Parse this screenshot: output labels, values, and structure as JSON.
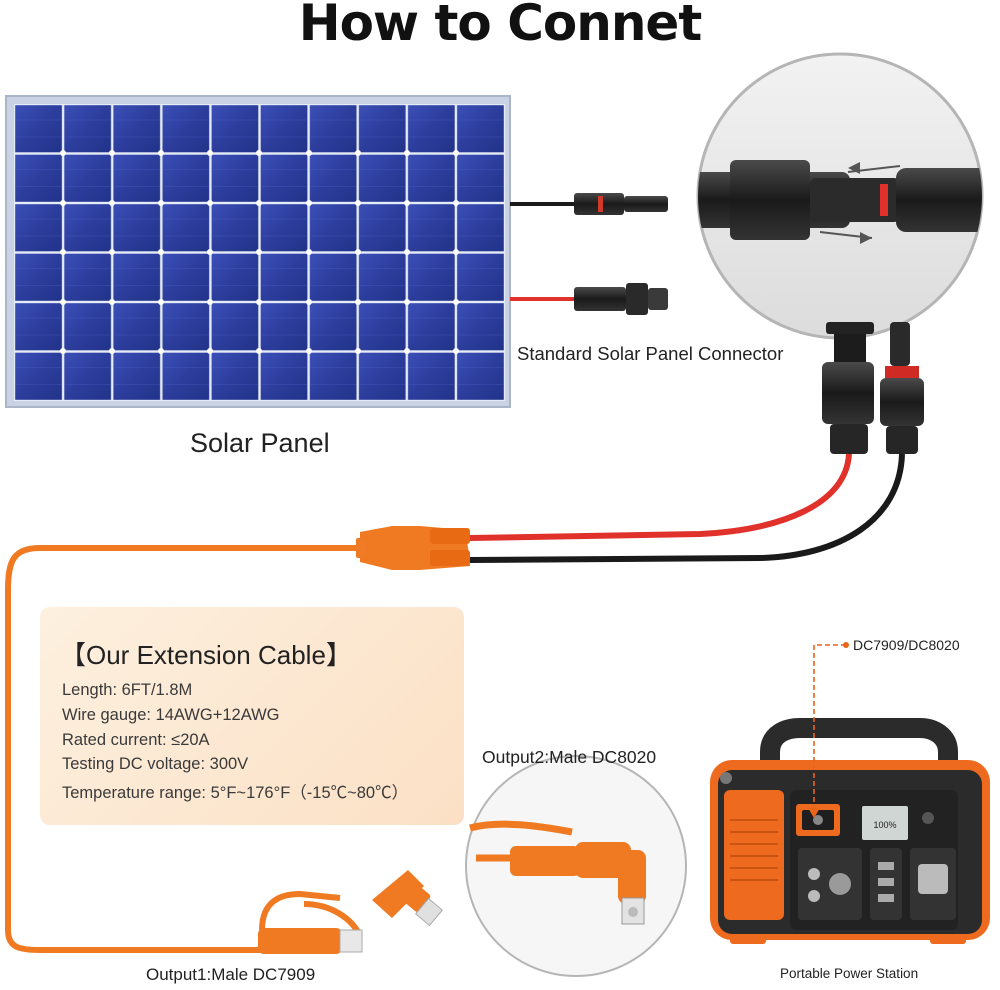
{
  "title": "How to Connet",
  "labels": {
    "solar_panel": "Solar Panel",
    "connector": "Standard Solar Panel Connector",
    "output2": "Output2:Male DC8020",
    "output1": "Output1:Male DC7909",
    "dc_port": "DC7909/DC8020",
    "power_station": "Portable Power Station"
  },
  "info_box": {
    "title": "【Our Extension Cable】",
    "specs": [
      "Length: 6FT/1.8M",
      "Wire gauge: 14AWG+12AWG",
      "Rated current: ≤20A",
      "Testing DC voltage: 300V",
      "Temperature range: 5°F~176°F（-15℃~80℃）"
    ]
  },
  "power_station_display": "100%",
  "colors": {
    "cable_orange": "#f07a22",
    "wire_red": "#e0312b",
    "wire_black": "#1a1a1a",
    "panel_blue": "#2e3f9e",
    "station_orange": "#ee6a1e",
    "station_body": "#2b2b2b"
  }
}
